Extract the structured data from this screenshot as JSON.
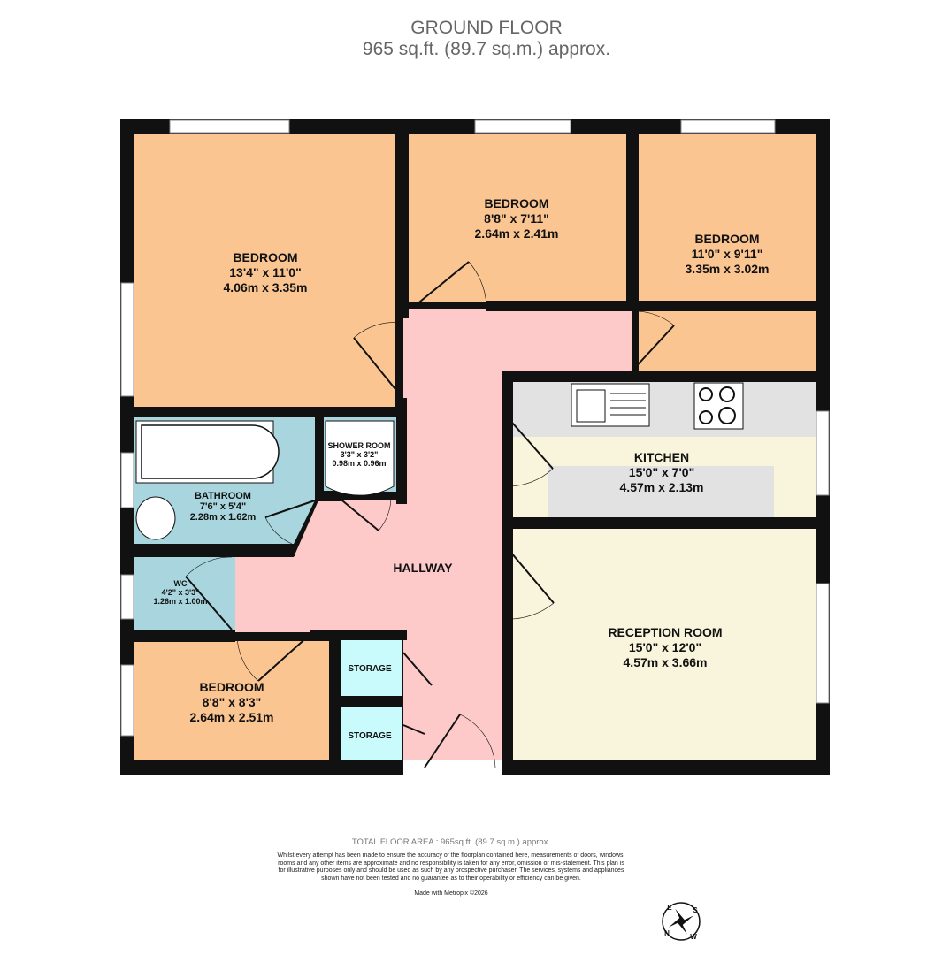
{
  "header": {
    "floor": "GROUND FLOOR",
    "area": "965 sq.ft. (89.7 sq.m.) approx."
  },
  "rooms": [
    {
      "name": "BEDROOM",
      "imperial": "13'4\"  x 11'0\"",
      "metric": "4.06m  x 3.35m"
    },
    {
      "name": "BEDROOM",
      "imperial": "8'8\"  x 7'11\"",
      "metric": "2.64m  x 2.41m"
    },
    {
      "name": "BEDROOM",
      "imperial": "11'0\"  x 9'11\"",
      "metric": "3.35m  x 3.02m"
    },
    {
      "name": "KITCHEN",
      "imperial": "15'0\"  x 7'0\"",
      "metric": "4.57m  x 2.13m"
    },
    {
      "name": "RECEPTION ROOM",
      "imperial": "15'0\"  x 12'0\"",
      "metric": "4.57m  x 3.66m"
    },
    {
      "name": "BATHROOM",
      "imperial": "7'6\"  x 5'4\"",
      "metric": "2.28m  x 1.62m"
    },
    {
      "name": "SHOWER ROOM",
      "imperial": "3'3\"  x 3'2\"",
      "metric": "0.98m  x 0.96m"
    },
    {
      "name": "WC",
      "imperial": "4'2\"  x 3'3\"",
      "metric": "1.26m  x 1.00m"
    },
    {
      "name": "BEDROOM",
      "imperial": "8'8\"  x 8'3\"",
      "metric": "2.64m  x 2.51m"
    },
    {
      "name": "HALLWAY"
    },
    {
      "name": "STORAGE"
    },
    {
      "name": "STORAGE"
    }
  ],
  "colors": {
    "bedroom": "#fbc591",
    "hallway": "#fdc9c9",
    "bath": "#a8d5de",
    "kitchen": "#f8f5dc",
    "storage": "#c9fbfd",
    "counter": "#e2e2e2",
    "wall": "#111111"
  },
  "footer": {
    "total": "TOTAL FLOOR AREA : 965sq.ft. (89.7 sq.m.) approx.",
    "disclaimer": "Whilst every attempt has been made to ensure the accuracy of the floorplan contained here, measurements of doors, windows, rooms and any other items are approximate and no responsibility is taken for any error, omission or mis-statement. This plan is for illustrative purposes only and should be used as such by any prospective purchaser. The services, systems and appliances shown have not been tested and no guarantee as to their operability or efficiency can be given.",
    "made_with": "Made with Metropix ©2026"
  },
  "compass": {
    "letters": [
      "N",
      "E",
      "S",
      "W"
    ]
  }
}
